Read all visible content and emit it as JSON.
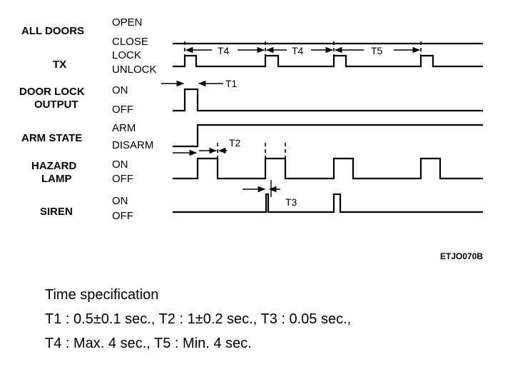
{
  "signals": {
    "all_doors": {
      "label": "ALL DOORS",
      "high": "OPEN",
      "low": "CLOSE"
    },
    "tx": {
      "label": "TX",
      "high": "LOCK",
      "low": "UNLOCK"
    },
    "door_lock": {
      "label_line1": "DOOR LOCK",
      "label_line2": "OUTPUT",
      "high": "ON",
      "low": "OFF"
    },
    "arm_state": {
      "label": "ARM STATE",
      "high": "ARM",
      "low": "DISARM"
    },
    "hazard_lamp": {
      "label_line1": "HAZARD",
      "label_line2": "LAMP",
      "high": "ON",
      "low": "OFF"
    },
    "siren": {
      "label": "SIREN",
      "high": "ON",
      "low": "OFF"
    }
  },
  "timing_labels": {
    "t1": "T1",
    "t2": "T2",
    "t3": "T3",
    "t4a": "T4",
    "t4b": "T4",
    "t5": "T5"
  },
  "figure_code": "ETJO070B",
  "spec": {
    "title": "Time specification",
    "line1": "T1 : 0.5±0.1 sec., T2 : 1±0.2 sec., T3 : 0.05 sec.,",
    "line2": "T4 : Max. 4 sec., T5 : Min. 4 sec."
  }
}
